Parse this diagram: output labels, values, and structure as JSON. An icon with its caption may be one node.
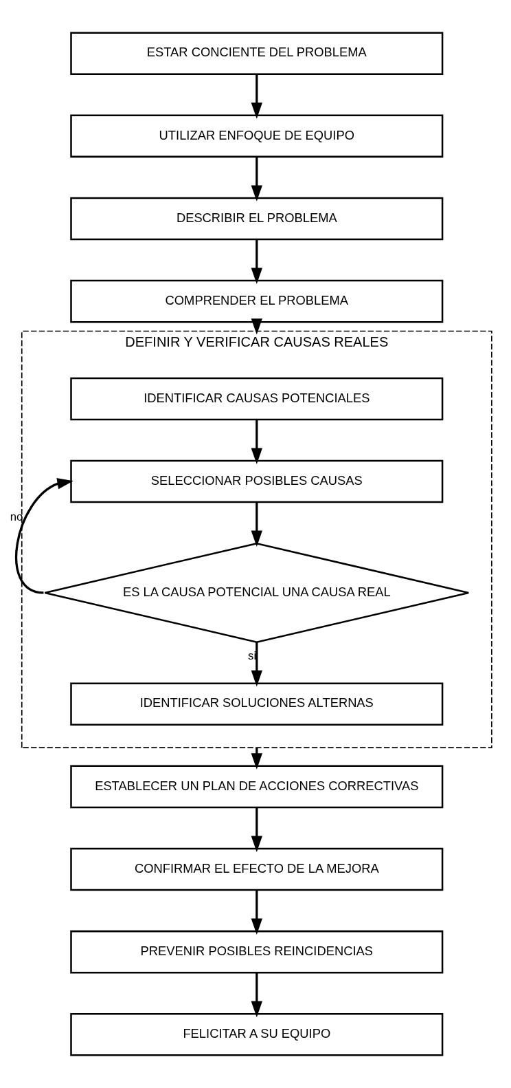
{
  "diagram": {
    "nodes": [
      {
        "text": [
          "ESTAR CONCIENTE DEL PROBLEMA"
        ]
      },
      {
        "text": [
          "UTILIZAR ENFOQUE DE EQUIPO"
        ]
      },
      {
        "text": [
          "DESCRIBIR EL PROBLEMA"
        ]
      },
      {
        "text": [
          "COMPRENDER EL PROBLEMA"
        ]
      },
      {
        "text": [
          "DEFINIR Y VERIFICAR CAUSAS REALES"
        ]
      },
      {
        "text": [
          "IDENTIFICAR CAUSAS POTENCIALES"
        ],
        "in": 4
      },
      {
        "text": [
          "SELECCIONAR POSIBLES CAUSAS"
        ],
        "in": 4
      },
      {
        "text": [
          "ES LA CAUSA POTENCIAL UNA CAUSA REAL"
        ],
        "in": 4
      },
      {
        "text": [
          "IDENTIFICAR SOLUCIONES ALTERNAS"
        ],
        "in": 4
      },
      {
        "text": [
          "ESTABLECER UN PLAN DE ACCIONES CORRECTIVAS"
        ]
      },
      {
        "text": [
          "CONFIRMAR EL EFECTO DE LA MEJORA"
        ]
      },
      {
        "text": [
          "PREVENIR POSIBLES REINCIDENCIAS"
        ]
      },
      {
        "text": [
          "FELICITAR A SU EQUIPO"
        ]
      }
    ],
    "edges": [
      {
        "from": 0,
        "to": 1,
        "arrow": "to"
      },
      {
        "from": 1,
        "to": 2,
        "arrow": "to"
      },
      {
        "from": 2,
        "to": 3,
        "arrow": "to"
      },
      {
        "from": 3,
        "to": 4,
        "arrow": "to"
      },
      {
        "from": 5,
        "to": 6,
        "arrow": "to"
      },
      {
        "from": 6,
        "to": 7,
        "arrow": "to"
      },
      {
        "from": 7,
        "to": 6,
        "arrow": "to",
        "label": "no"
      },
      {
        "from": 7,
        "to": 8,
        "arrow": "to",
        "label": "si"
      },
      {
        "from": 4,
        "to": 9,
        "arrow": "to"
      },
      {
        "from": 9,
        "to": 10,
        "arrow": "to"
      },
      {
        "from": 10,
        "to": 11,
        "arrow": "to"
      },
      {
        "from": 11,
        "to": 12,
        "arrow": "to"
      }
    ]
  }
}
